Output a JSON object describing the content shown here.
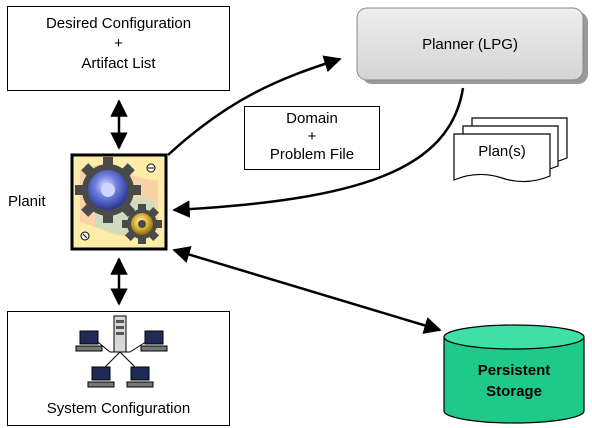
{
  "desired_config": {
    "line1": "Desired Configuration",
    "plus": "+",
    "line2": "Artifact List"
  },
  "planner": {
    "label": "Planner (LPG)"
  },
  "domain_problem": {
    "line1": "Domain",
    "plus": "+",
    "line2": "Problem File"
  },
  "plans": {
    "label": "Plan(s)"
  },
  "planit": {
    "label": "Planit"
  },
  "system_config": {
    "label": "System Configuration"
  },
  "storage": {
    "line1": "Persistent",
    "line2": "Storage"
  },
  "colors": {
    "planner_fill": "#dcdcdc",
    "storage_fill": "#1ec98a",
    "storage_top": "#23d596",
    "gear_blue": "#4a5cc8",
    "gear_gold": "#e8c24a",
    "icon_bg": "#fde9a6"
  },
  "icons": [
    "gear-icon",
    "network-icon",
    "database-icon",
    "document-stack-icon"
  ]
}
